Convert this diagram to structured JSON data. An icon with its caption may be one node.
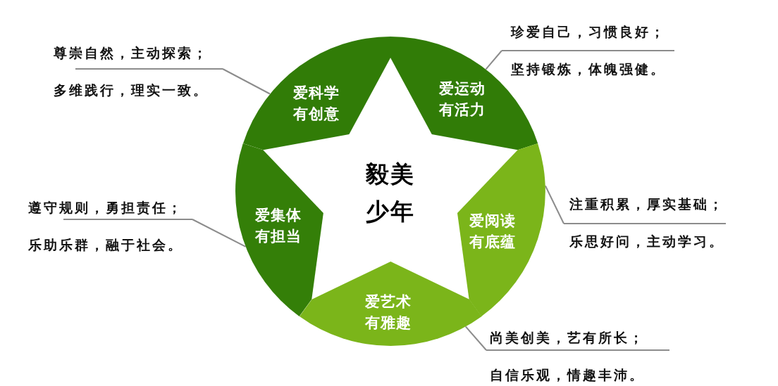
{
  "diagram": {
    "nodes": [
      {
        "text": [
          "毅美少年"
        ]
      },
      {
        "text": [
          "爱科学有创意"
        ]
      },
      {
        "text": [
          "爱运动有活力"
        ]
      },
      {
        "text": [
          "爱集体有担当"
        ]
      },
      {
        "text": [
          "爱阅读有底蕴"
        ]
      },
      {
        "text": [
          "爱艺术有雅趣"
        ]
      },
      {
        "text": [
          "尊崇自然，主动探索；",
          "多维践行，理实一致。"
        ]
      },
      {
        "text": [
          "珍爱自己，习惯良好；",
          "坚持锻炼，体魄强健。"
        ]
      },
      {
        "text": [
          "遵守规则，勇担责任；",
          "乐助乐群，融于社会。"
        ]
      },
      {
        "text": [
          "注重积累，厚实基础；",
          "乐思好问，主动学习。"
        ]
      },
      {
        "text": [
          "尚美创美，艺有所长；",
          "自信乐观，情趣丰沛。"
        ]
      }
    ],
    "edges": [
      {
        "from": 6,
        "to": 1,
        "arrow": "none"
      },
      {
        "from": 7,
        "to": 2,
        "arrow": "none"
      },
      {
        "from": 8,
        "to": 3,
        "arrow": "none"
      },
      {
        "from": 9,
        "to": 4,
        "arrow": "none"
      },
      {
        "from": 10,
        "to": 5,
        "arrow": "none"
      }
    ]
  }
}
